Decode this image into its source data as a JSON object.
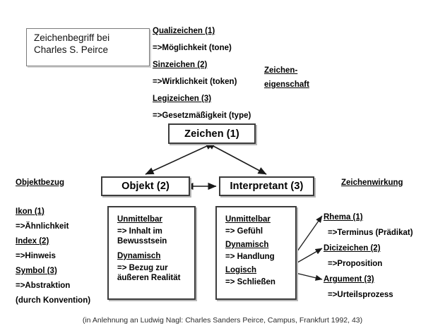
{
  "title_box": {
    "line1": "Zeichenbegriff bei",
    "line2": "Charles S. Peirce"
  },
  "trichotomy_sign": {
    "label": "Zeichen-eigenschaft",
    "label_line1": "Zeichen-",
    "label_line2": "eigenschaft",
    "items": [
      {
        "head": "Qualizeichen (1)",
        "sub": "=>Möglichkeit (tone)"
      },
      {
        "head": "Sinzeichen (2)",
        "sub": "=>Wirklichkeit (token)"
      },
      {
        "head": "Legizeichen (3)",
        "sub": "=>Gesetzmäßigkeit (type)"
      }
    ]
  },
  "nodes": {
    "zeichen": "Zeichen (1)",
    "objekt": "Objekt (2)",
    "interpretant": "Interpretant (3)"
  },
  "object_relation": {
    "header": "Objektbezug",
    "items": [
      {
        "head": "Ikon (1)",
        "sub": "=>Ähnlichkeit"
      },
      {
        "head": "Index (2)",
        "sub": "=>Hinweis"
      },
      {
        "head": "Symbol (3)",
        "sub": "=>Abstraktion"
      }
    ],
    "note": "(durch Konvention)"
  },
  "object_detail": {
    "entries": [
      {
        "head": "Unmittelbar",
        "body_line1": "=> Inhalt im",
        "body_line2": "Bewusstsein"
      },
      {
        "head": "Dynamisch",
        "body_line1": "=> Bezug zur",
        "body_line2": "äußeren Realität"
      }
    ]
  },
  "interpretant_detail": {
    "entries": [
      {
        "head": "Unmittelbar",
        "body": "=> Gefühl"
      },
      {
        "head": "Dynamisch",
        "body": "=> Handlung"
      },
      {
        "head": "Logisch ",
        "body": "=> Schließen"
      }
    ]
  },
  "sign_effect": {
    "header": "Zeichenwirkung",
    "items": [
      {
        "head": "Rhema (1)",
        "sub": "=>Terminus (Prädikat)"
      },
      {
        "head": "Dicizeichen (2)",
        "sub": "=>Proposition"
      },
      {
        "head": "Argument (3)",
        "sub": "=>Urteilsprozess"
      }
    ]
  },
  "footer": {
    "citation": "(in Anlehnung an Ludwig Nagl: Charles Sanders Peirce, Campus, Frankfurt 1992, 43)"
  },
  "colors": {
    "box_border": "#3c3c3c",
    "arrow": "#1a1a1a",
    "background": "#ffffff",
    "text": "#000000"
  }
}
